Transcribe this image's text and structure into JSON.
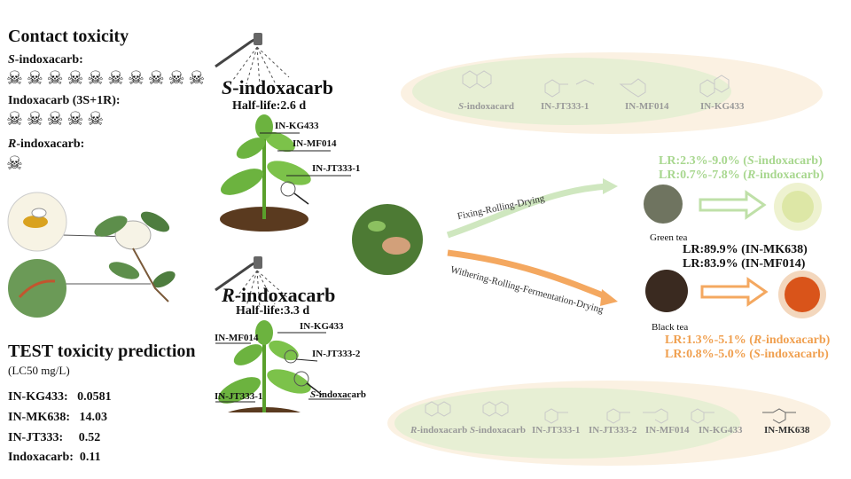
{
  "contact": {
    "title": "Contact toxicity",
    "s_label_italic": "S",
    "s_label_rest": "-indoxacarb:",
    "s_skulls": "☠☠☠☠☠☠☠☠☠☠",
    "indox_label": "Indoxacarb (3S+1R):",
    "indox_skulls": "☠☠☠☠☠",
    "r_label_italic": "R",
    "r_label_rest": "-indoxacarb:",
    "r_skulls": "☠"
  },
  "test": {
    "title": "TEST toxicity prediction",
    "unit": "(LC50 mg/L)",
    "rows": [
      {
        "name": "IN-KG433:",
        "value": "0.0581"
      },
      {
        "name": "IN-MK638:",
        "value": "14.03"
      },
      {
        "name": "IN-JT333:",
        "value": "0.52"
      },
      {
        "name": "Indoxacarb:",
        "value": "0.11"
      }
    ]
  },
  "s_plant": {
    "name_italic": "S",
    "name_rest": "-indoxacarb",
    "half_life": "Half-life:2.6 d",
    "labels": [
      "IN-KG433",
      "IN-MF014",
      "IN-JT333-1"
    ]
  },
  "r_plant": {
    "name_italic": "R",
    "name_rest": "-indoxacarb",
    "half_life": "Half-life:3.3 d",
    "labels": [
      "IN-KG433",
      "IN-MF014",
      "IN-JT333-2",
      "IN-JT333-1"
    ],
    "s_label_italic": "S",
    "s_label_rest": "-indoxacarb"
  },
  "green_process": {
    "label": "Fixing-Rolling-Drying",
    "tea": "Green tea",
    "lr1_prefix": "LR:2.3%-9.0% (",
    "lr1_italic": "S",
    "lr1_suffix": "-indoxacarb)",
    "lr2_prefix": "LR:0.7%-7.8% (",
    "lr2_italic": "R",
    "lr2_suffix": "-indoxacarb)"
  },
  "black_process": {
    "label": "Withering-Rolling-Fermentation-Drying",
    "tea": "Black tea",
    "lr1_prefix": "LR:1.3%-5.1% (",
    "lr1_italic": "R",
    "lr1_suffix": "-indoxacarb)",
    "lr2_prefix": "LR:0.8%-5.0% (",
    "lr2_italic": "S",
    "lr2_suffix": "-indoxacarb)"
  },
  "middle_lr": {
    "line1": "LR:89.9% (IN-MK638)",
    "line2": "LR:83.9% (IN-MF014)"
  },
  "top_ellipse": {
    "items": [
      "-indoxacard",
      "IN-JT333-1",
      "IN-MF014",
      "IN-KG433"
    ],
    "first_italic": "S"
  },
  "bottom_ellipse": {
    "first_italic": "R",
    "first_rest": "-indoxacarb",
    "second_italic": "S",
    "second_rest": "-indoxacarb",
    "items": [
      "IN-JT333-1",
      "IN-JT333-2",
      "IN-MF014",
      "IN-KG433"
    ],
    "extra": "IN-MK638"
  },
  "colors": {
    "green": "#a8d78f",
    "orange": "#f0a050",
    "ellipse_bg": "#fbf1e2",
    "ellipse_inner": "#e7efd4"
  }
}
